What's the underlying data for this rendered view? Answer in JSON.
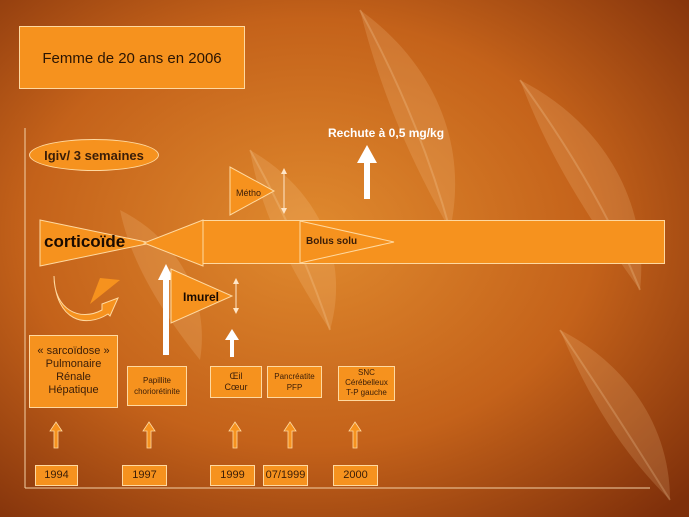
{
  "title": "Femme de 20 ans en 2006",
  "igiv_label": "Igiv/ 3 semaines",
  "relapse_label": "Rechute à 0,5 mg/kg",
  "metho_label": "Métho",
  "corticoide_label": "corticoïde",
  "bolus_label": "Bolus solu",
  "imurel_label": "Imurel",
  "events": [
    {
      "lines": [
        "« sarcoïdose »",
        "Pulmonaire",
        "Rénale",
        "Hépatique"
      ],
      "year": "1994"
    },
    {
      "lines": [
        "Papillite",
        "choriorétinite"
      ],
      "year": "1997"
    },
    {
      "lines": [
        "Œil",
        "Cœur"
      ],
      "year": "1999"
    },
    {
      "lines": [
        "Pancréatite",
        "PFP"
      ],
      "year": "07/1999"
    },
    {
      "lines": [
        "SNC",
        "Cérébelleux",
        "T-P gauche"
      ],
      "year": "2000"
    }
  ],
  "colors": {
    "accent": "#f6921e",
    "background_dark": "#7a2f08",
    "background_light": "#d9761e"
  }
}
